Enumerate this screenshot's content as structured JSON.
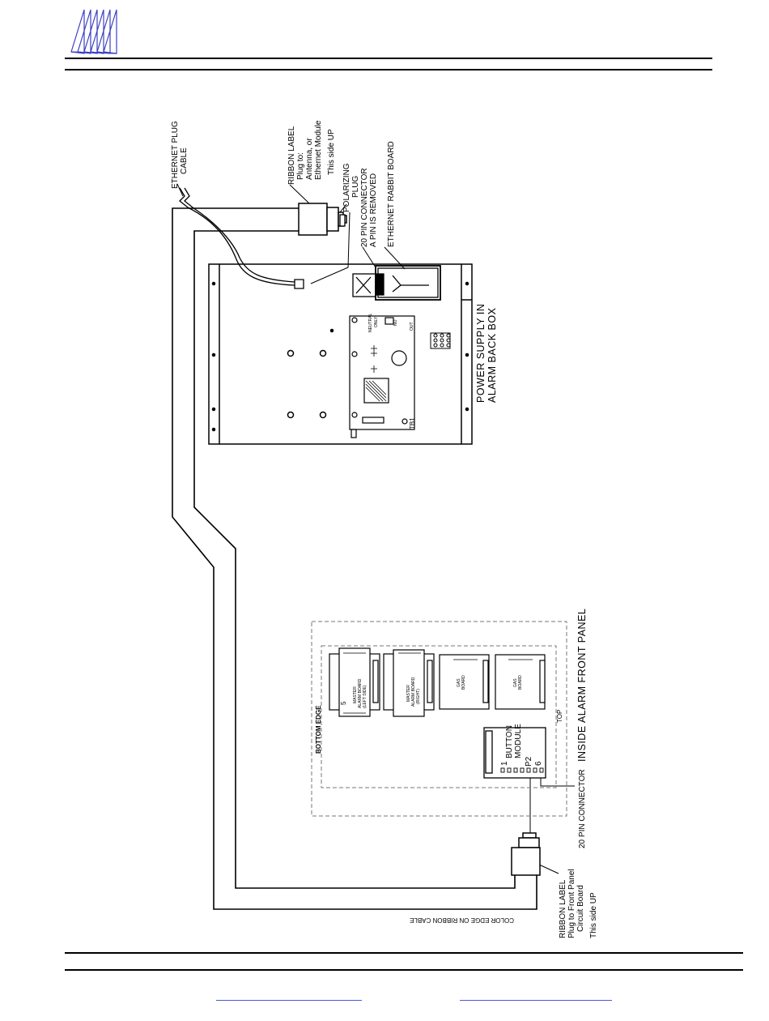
{
  "labels": {
    "ethernet_plug_cable": [
      "ETHERNET PLUG",
      "CABLE"
    ],
    "ribbon_label_top": [
      "RIBBON LABEL",
      "Plug to:",
      "Antenna, or",
      "Ethernet Module",
      "This side UP"
    ],
    "polarizing_plug": [
      "POLARIZING",
      "PLUG"
    ],
    "pin20_connector_top": [
      "20 PIN CONNECTOR",
      "A PIN IS REMOVED"
    ],
    "ethernet_rabbit_board": "ETHERNET RABBIT BOARD",
    "power_supply": [
      "POWER SUPPLY IN",
      "ALARM BACK BOX"
    ],
    "bottom_edge": "BOTTOM EDGE",
    "top": "TOP",
    "inside_front_panel": "INSIDE ALARM FRONT PANEL",
    "pin20_connector_bottom": "20 PIN CONNECTOR",
    "color_edge": "COLOR EDGE ON RIBBON CABLE",
    "ribbon_label_bottom": [
      "RIBBON LABEL",
      "Plug to Front Panel",
      "Circuit Board",
      "This side UP"
    ],
    "button_module": [
      "BUTTON",
      "MODULE"
    ],
    "button_pins": {
      "p1": "1",
      "p2": "P2",
      "p6": "6"
    },
    "module_pins": {
      "p5": "5"
    },
    "modules": [
      [
        "MASTER",
        "ALARM BOARD",
        "(LEFT SIDE)"
      ],
      [
        "MASTER",
        "ALARM BOARD",
        "(RIGHT)"
      ],
      [
        "GAS",
        "BOARD"
      ],
      [
        "GAS",
        "BOARD"
      ]
    ],
    "psu_board_marks": [
      "NEUTRAL",
      "ONLY",
      "NO",
      "OUT",
      "TB1"
    ]
  },
  "colors": {
    "line": "#000000",
    "dash": "#777777",
    "link": "#4a59d8"
  }
}
